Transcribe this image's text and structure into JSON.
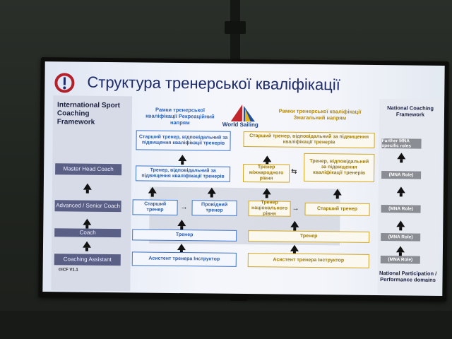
{
  "title": "Структура тренерської кваліфікації",
  "left_column": {
    "heading": "International Sport Coaching Framework",
    "levels": [
      "Master Head Coach",
      "Advanced / Senior Coach",
      "Coach",
      "Coaching Assistant"
    ],
    "footnote": "©ICF V1.1"
  },
  "headers": {
    "recreational": "Рамки тренерської кваліфікації Рекреаційний напрям",
    "competitive": "Рамки тренерської кваліфікації Змагальний напрям",
    "brand": "World Sailing"
  },
  "boxes": {
    "rec_top": "Старший тренер, відповідальний за підвищення кваліфікації тренерів",
    "rec_mid": "Тренер, відповідальний за підвищення кваліфікації тренерів",
    "rec_senior": "Старший тренер",
    "rec_lead": "Провідний тренер",
    "rec_coach": "Тренер",
    "rec_assistant": "Асистент тренера Інструктор",
    "comp_top": "Старший тренер, відповідальний за підвищення кваліфікації тренерів",
    "comp_intl": "Тренер міжнародного рівня",
    "comp_mid": "Тренер, відповідальний за підвищення кваліфікації тренерів",
    "comp_national": "Тренер національного рівня",
    "comp_senior": "Старший тренер",
    "comp_coach": "Тренер",
    "comp_assistant": "Асистент тренера Інструктор"
  },
  "right_column": {
    "heading": "National Coaching Framework",
    "roles": [
      "Further MNA specific roles",
      "(MNA Role)",
      "(MNA Role)",
      "(MNA Role)",
      "(MNA Role)"
    ],
    "footer": "National Participation / Performance domains"
  },
  "colors": {
    "title": "#1d2b6b",
    "recreational": "#3d74c7",
    "competitive": "#d1a51f",
    "level_box": "#5a5f86"
  }
}
